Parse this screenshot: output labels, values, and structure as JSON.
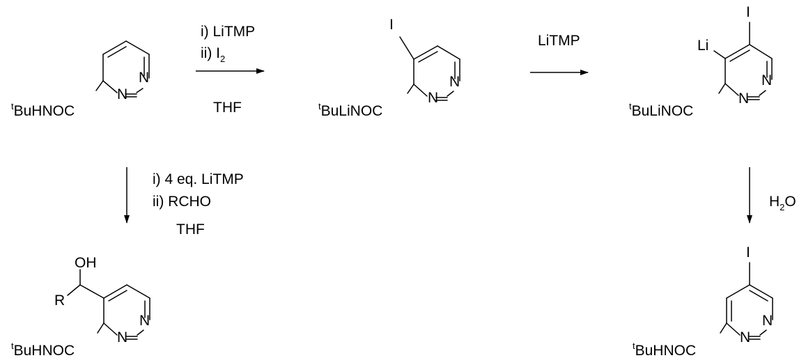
{
  "compounds": {
    "c1": {
      "superscript": "t",
      "substituent": "BuHNOC",
      "n_left": "N",
      "n_right": "N"
    },
    "c2": {
      "iodo": "I",
      "superscript": "t",
      "substituent": "BuLiNOC",
      "n_left": "N",
      "n_right": "N"
    },
    "c3": {
      "iodo": "I",
      "lithio": "Li",
      "superscript": "t",
      "substituent": "BuLiNOC",
      "n_left": "N",
      "n_right": "N"
    },
    "c4": {
      "hydroxy": "OH",
      "r_group": "R",
      "superscript": "t",
      "substituent": "BuHNOC",
      "n_left": "N",
      "n_right": "N"
    },
    "c5": {
      "iodo": "I",
      "superscript": "t",
      "substituent": "BuHNOC",
      "n_left": "N",
      "n_right": "N"
    }
  },
  "arrows": {
    "a1": {
      "step1": "i) LiTMP",
      "step2_prefix": "ii) I",
      "step2_sub": "2",
      "solvent": "THF"
    },
    "a2": {
      "reagent": "LiTMP"
    },
    "a3": {
      "step1": "i) 4 eq. LiTMP",
      "step2": "ii) RCHO",
      "solvent": "THF"
    },
    "a4": {
      "reagent_prefix": "H",
      "reagent_sub": "2",
      "reagent_suffix": "O"
    }
  }
}
